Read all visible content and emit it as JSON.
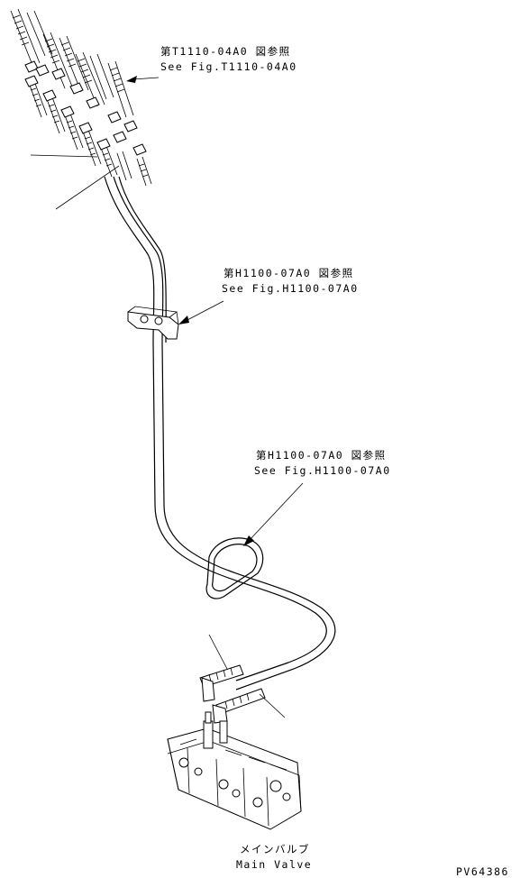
{
  "callouts": [
    {
      "jp": "第T1110-04A0 図参照",
      "en": "See Fig.T1110-04A0"
    },
    {
      "jp": "第H1100-07A0 図参照",
      "en": "See Fig.H1100-07A0"
    },
    {
      "jp": "第H1100-07A0 図参照",
      "en": "See Fig.H1100-07A0"
    }
  ],
  "main_valve": {
    "jp": "メインバルブ",
    "en": "Main Valve"
  },
  "drawing_number": "PV64386"
}
